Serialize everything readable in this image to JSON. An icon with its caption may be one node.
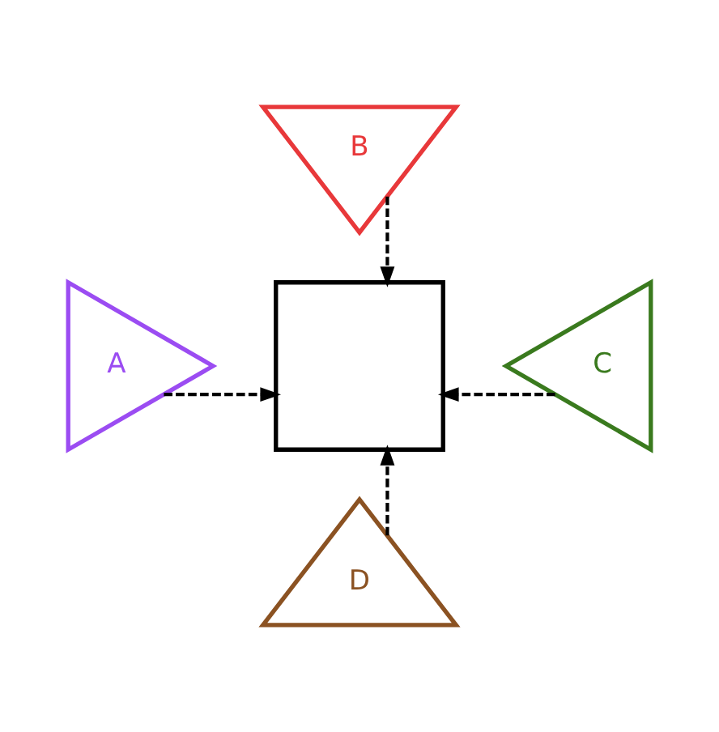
{
  "diagram": {
    "nodes": [
      {
        "text": [
          "B"
        ]
      },
      {
        "text": [
          "A"
        ]
      },
      {
        "text": [],
        "shape": "box"
      },
      {
        "text": [
          "C"
        ]
      },
      {
        "text": [
          "D"
        ]
      }
    ],
    "edges": [
      {
        "from": 0,
        "to": 2,
        "arrow": "to",
        "style": "dashed"
      },
      {
        "from": 1,
        "to": 2,
        "arrow": "to",
        "style": "dashed"
      },
      {
        "from": 3,
        "to": 2,
        "arrow": "to",
        "style": "dashed"
      },
      {
        "from": 4,
        "to": 2,
        "arrow": "to",
        "style": "dashed"
      }
    ]
  }
}
